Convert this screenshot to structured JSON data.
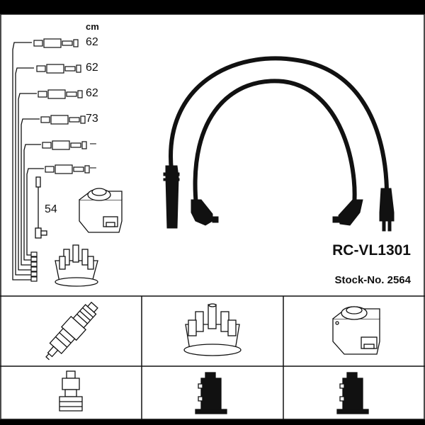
{
  "unit_label": "cm",
  "lead_lengths": [
    "62",
    "62",
    "62",
    "73",
    "–",
    "–"
  ],
  "coil_lead_length": "54",
  "product": {
    "model": "RC-VL1301",
    "stock": "Stock-No. 2564"
  },
  "parts": {
    "top_row": [
      "spark-plug",
      "distributor-cap",
      "ignition-coil"
    ],
    "bottom_row": [
      "plug-connector",
      "cap-connector",
      "coil-connector"
    ]
  },
  "colors": {
    "line": "#111111",
    "background": "#ffffff",
    "bar": "#000000"
  }
}
